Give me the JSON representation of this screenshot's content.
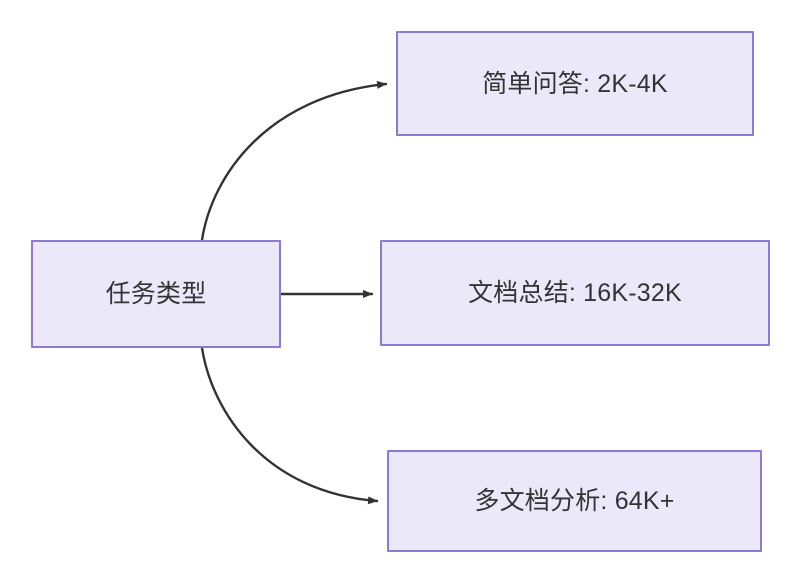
{
  "diagram": {
    "type": "flowchart",
    "direction": "left-to-right",
    "background_color": "#ffffff",
    "node_fill_color": "#ebe8fa",
    "node_border_color": "#8d7ad4",
    "node_text_color": "#333333",
    "edge_color": "#333333",
    "nodes": [
      {
        "id": "task-type",
        "label": "任务类型"
      },
      {
        "id": "simple-qa",
        "label": "简单问答: 2K-4K"
      },
      {
        "id": "doc-summary",
        "label": "文档总结: 16K-32K"
      },
      {
        "id": "multi-doc",
        "label": "多文档分析: 64K+"
      }
    ],
    "edges": [
      {
        "from": "task-type",
        "to": "simple-qa",
        "label": "",
        "style": "curved-arrow"
      },
      {
        "from": "task-type",
        "to": "doc-summary",
        "label": "",
        "style": "straight-arrow"
      },
      {
        "from": "task-type",
        "to": "multi-doc",
        "label": "",
        "style": "curved-arrow"
      }
    ]
  }
}
